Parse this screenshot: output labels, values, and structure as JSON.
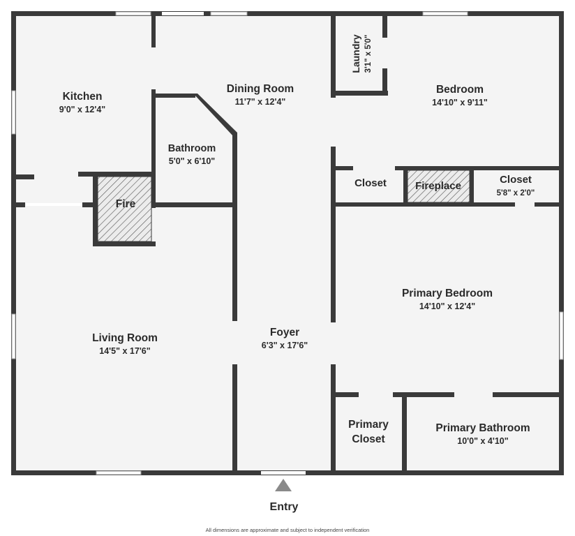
{
  "rooms": {
    "kitchen": {
      "name": "Kitchen",
      "dims": "9'0\" x 12'4\""
    },
    "dining": {
      "name": "Dining Room",
      "dims": "11'7\" x 12'4\""
    },
    "laundry": {
      "name": "Laundry",
      "dims": "3'1\" x 5'0\""
    },
    "bedroom": {
      "name": "Bedroom",
      "dims": "14'10\" x 9'11\""
    },
    "bathroom": {
      "name": "Bathroom",
      "dims": "5'0\" x 6'10\""
    },
    "fire": {
      "name": "Fire"
    },
    "closet1": {
      "name": "Closet"
    },
    "fireplace": {
      "name": "Fireplace"
    },
    "closet2": {
      "name": "Closet",
      "dims": "5'8\" x 2'0\""
    },
    "living": {
      "name": "Living Room",
      "dims": "14'5\" x 17'6\""
    },
    "foyer": {
      "name": "Foyer",
      "dims": "6'3\" x 17'6\""
    },
    "primary_bedroom": {
      "name": "Primary Bedroom",
      "dims": "14'10\" x 12'4\""
    },
    "primary_closet": {
      "name_line1": "Primary",
      "name_line2": "Closet"
    },
    "primary_bath": {
      "name": "Primary Bathroom",
      "dims": "10'0\" x 4'10\""
    }
  },
  "entry": {
    "label": "Entry"
  },
  "disclaimer": "All dimensions are approximate and subject to independent verification",
  "colors": {
    "wall": "#3a3a3a",
    "floor": "#f4f4f4",
    "hatch": "#3a3a3a"
  }
}
